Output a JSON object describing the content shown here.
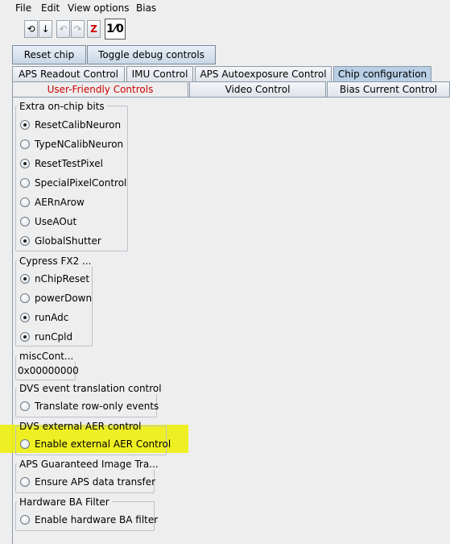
{
  "menu": {
    "file": "File",
    "edit": "Edit",
    "view_options": "View options",
    "bias": "Bias"
  },
  "toolbar": {
    "icons": [
      "revert-icon",
      "download-icon",
      "undo-icon",
      "redo-icon",
      "zz-icon",
      "one-over-icon"
    ],
    "one_over_label": "1⁄0"
  },
  "buttons": {
    "reset_chip": "Reset chip",
    "toggle_debug": "Toggle debug controls"
  },
  "tabs_row1": [
    "APS Readout Control",
    "IMU Control",
    "APS Autoexposure Control",
    "Chip configuration"
  ],
  "tabs_row2": [
    "User-Friendly Controls",
    "Video Control",
    "Bias Current Control"
  ],
  "groups": {
    "extra": {
      "title": "Extra on-chip bits",
      "items": [
        {
          "label": "ResetCalibNeuron",
          "checked": true
        },
        {
          "label": "TypeNCalibNeuron",
          "checked": false
        },
        {
          "label": "ResetTestPixel",
          "checked": true
        },
        {
          "label": "SpecialPixelControl",
          "checked": false
        },
        {
          "label": "AERnArow",
          "checked": false
        },
        {
          "label": "UseAOut",
          "checked": false
        },
        {
          "label": "GlobalShutter",
          "checked": true
        }
      ]
    },
    "cypress": {
      "title": "Cypress FX2 ...",
      "items": [
        {
          "label": "nChipReset",
          "checked": true
        },
        {
          "label": "powerDown",
          "checked": false
        },
        {
          "label": "runAdc",
          "checked": true
        },
        {
          "label": "runCpld",
          "checked": true
        }
      ]
    },
    "misc": {
      "title": "miscCont...",
      "value": "0x00000000"
    },
    "dvs_translation": {
      "title": "DVS event translation control",
      "item": "Translate row-only events"
    },
    "dvs_external": {
      "title": "DVS external AER control",
      "item": "Enable external AER Control"
    },
    "aps_guaranteed": {
      "title": "APS Guaranteed Image Tra...",
      "item": "Ensure APS data transfer"
    },
    "hardware_ba": {
      "title": "Hardware BA Filter",
      "item": "Enable hardware BA filter"
    }
  },
  "colors": {
    "selected_tab": "#b8cfe5",
    "active_tab_text": "#cc0000",
    "highlight": "#eef000"
  }
}
